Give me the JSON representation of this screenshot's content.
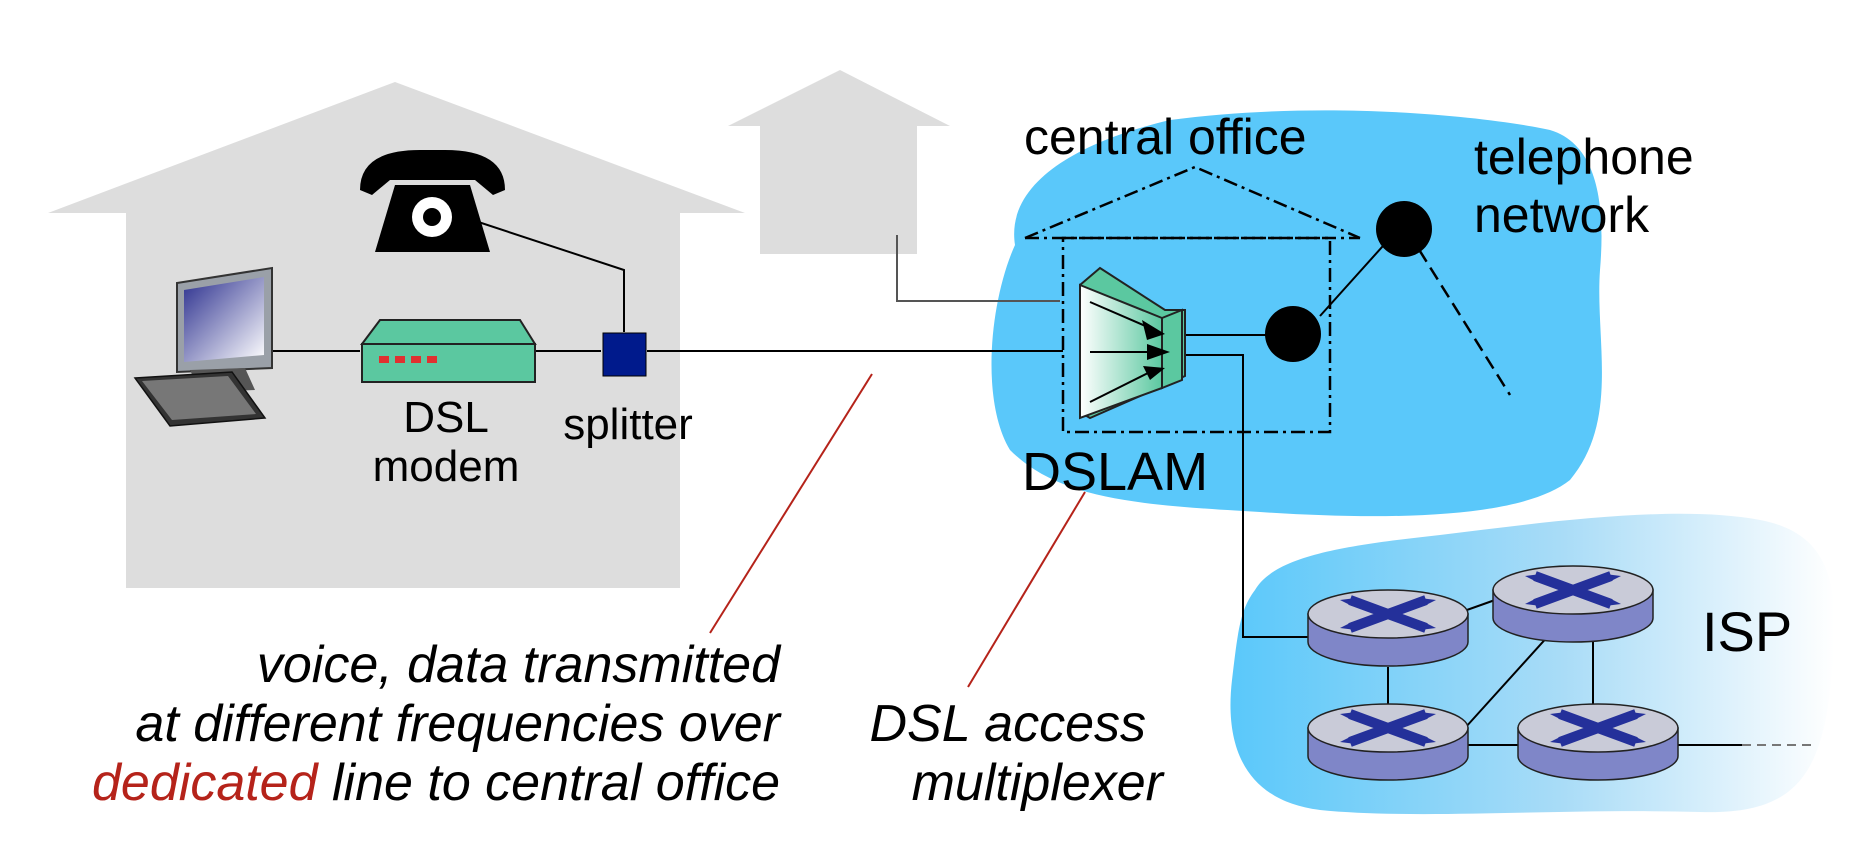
{
  "labels": {
    "central_office": "central office",
    "telephone_network_line1": "telephone",
    "telephone_network_line2": "network",
    "dsl_modem_line1": "DSL",
    "dsl_modem_line2": "modem",
    "splitter": "splitter",
    "dslam": "DSLAM",
    "isp": "ISP",
    "dslam_caption_line1": "DSL access",
    "dslam_caption_line2": "multiplexer",
    "line_caption_line1": "voice, data transmitted",
    "line_caption_line2": "at different frequencies over",
    "line_caption_line3_emph": "dedicated",
    "line_caption_line3_rest": " line to central office"
  },
  "colors": {
    "house": "#dddddd",
    "network_cloud": "#5ac8fa",
    "modem": "#5bc8a0",
    "splitter": "#001a8c",
    "router_body": "#7f86c8",
    "router_top": "#c9cbd8",
    "router_mark": "#24309a",
    "callout_line": "#b5231a",
    "emphasis_text": "#b5231a"
  },
  "icons": {
    "telephone": "telephone-icon",
    "computer": "desktop-computer-icon",
    "modem": "dsl-modem-icon",
    "splitter": "splitter-icon",
    "dslam": "dslam-icon",
    "router": "router-icon",
    "switch": "telephone-switch-icon"
  }
}
